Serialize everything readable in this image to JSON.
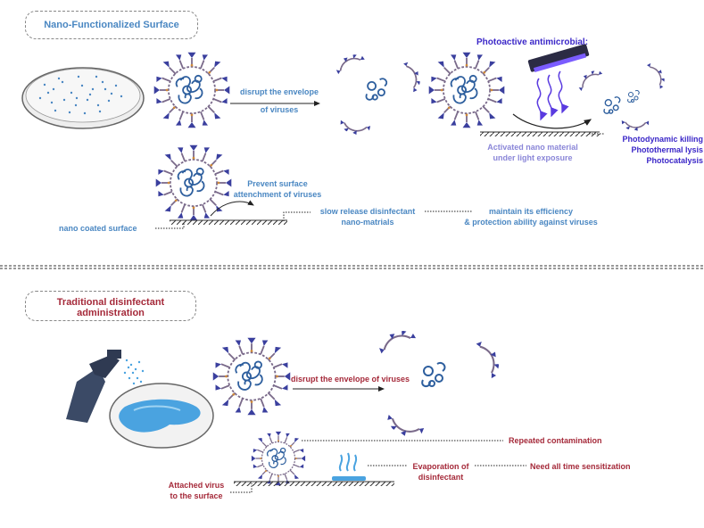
{
  "nano": {
    "title": "Nano-Functionalized Surface",
    "disrupt_line1": "disrupt the envelope",
    "disrupt_line2": "of viruses",
    "photo_title": "Photoactive antimicrobial:",
    "activated_line1": "Activated nano material",
    "activated_line2": "under light exposure",
    "effect1": "Photodynamic killing",
    "effect2": "Photothermal lysis",
    "effect3": "Photocatalysis",
    "prevent_line1": "Prevent surface",
    "prevent_line2": "attenchment of viruses",
    "coated": "nano coated surface",
    "slow_line1": "slow release disinfectant",
    "slow_line2": "nano-matrials",
    "maintain_line1": "maintain its efficiency",
    "maintain_line2": "& protection ability against viruses"
  },
  "traditional": {
    "title_line1": "Traditional disinfectant",
    "title_line2": "administration",
    "disrupt": "disrupt the envelope of viruses",
    "repeated": "Repeated contamination",
    "evap_line1": "Evaporation of",
    "evap_line2": "disinfectant",
    "need": "Need all time sensitization",
    "attached_line1": "Attached virus",
    "attached_line2": "to the surface"
  },
  "colors": {
    "nano_text": "#4a87c2",
    "traditional_text": "#a52a3a",
    "photo_text": "#3b27c8",
    "activated_text": "#8a86d8",
    "virus_spike": "#3a3f9e",
    "virus_rna": "#2e5f9e",
    "spray_body": "#3b4a66",
    "water": "#4aa3e0"
  },
  "icons": [
    "virus-icon",
    "petri-dish-icon",
    "uv-lamp-icon",
    "spray-bottle-icon",
    "water-puddle-icon",
    "evaporation-icon"
  ]
}
